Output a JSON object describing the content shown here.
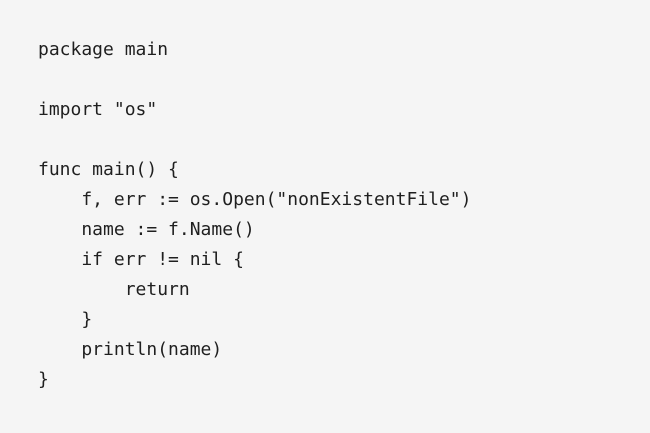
{
  "code": {
    "language": "Go",
    "text_color": "#1f1f1f",
    "background_color": "#f5f5f5",
    "lines": [
      "package main",
      "",
      "import \"os\"",
      "",
      "func main() {",
      "    f, err := os.Open(\"nonExistentFile\")",
      "    name := f.Name()",
      "    if err != nil {",
      "        return",
      "    }",
      "    println(name)",
      "}"
    ]
  }
}
